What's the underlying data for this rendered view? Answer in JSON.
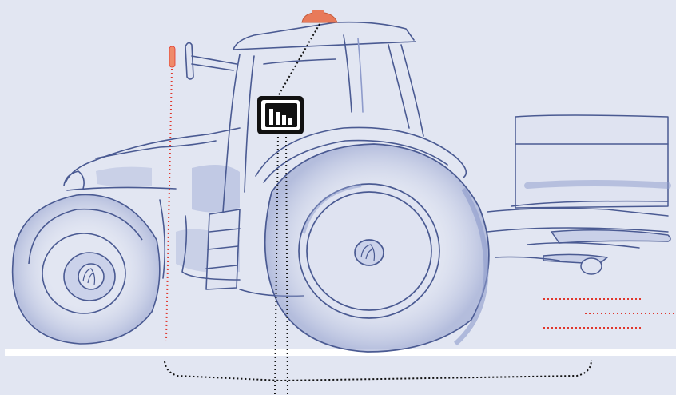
{
  "diagram": {
    "subject": "tractor-with-spreader",
    "callouts": [
      {
        "name": "terminal-icon",
        "icon": "bar-chart-icon"
      },
      {
        "name": "roof-beacon",
        "icon": "beacon-icon"
      },
      {
        "name": "mirror-marker",
        "icon": "marker-icon"
      }
    ]
  },
  "colors": {
    "background": "#e2e6f2",
    "sketch": "#4a5a92",
    "shade": "#8e9bcb",
    "accent_red": "#e0362c",
    "beacon_orange": "#e87a5a",
    "leader_dotted": "#111111",
    "ground": "#ffffff"
  }
}
